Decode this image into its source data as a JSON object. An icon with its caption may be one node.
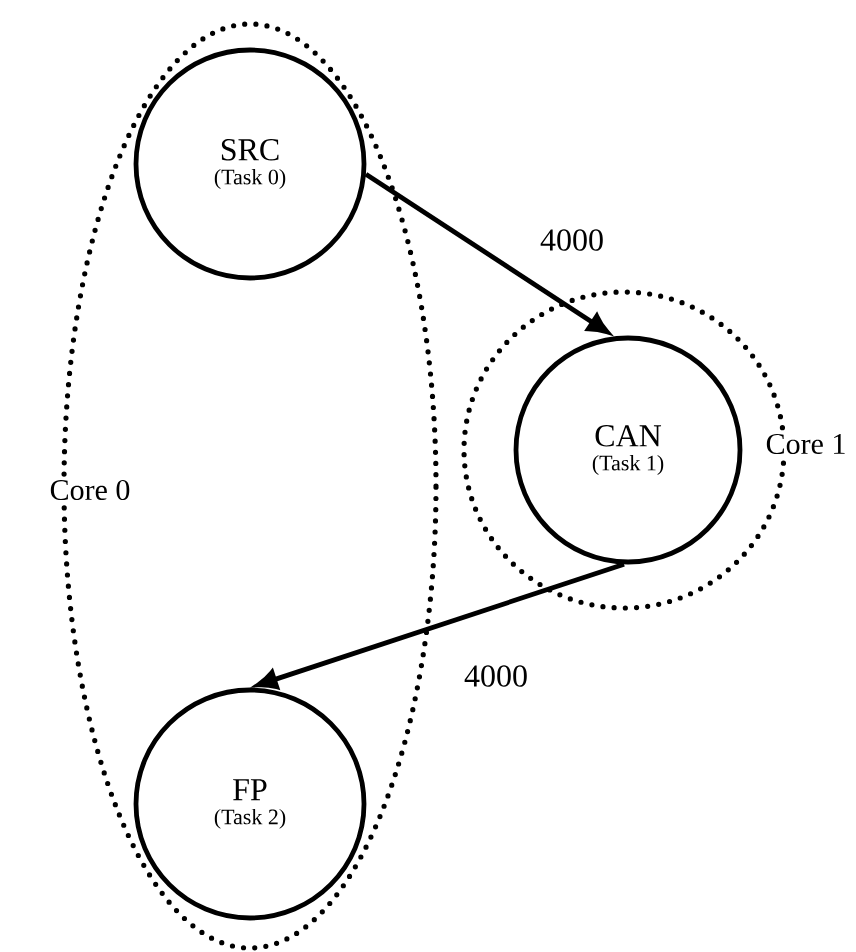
{
  "diagram": {
    "nodes": [
      {
        "text": [
          "Core 0"
        ]
      },
      {
        "text": [
          "SRC",
          "(Task 0)"
        ],
        "in": 0
      },
      {
        "text": [
          "Core 1"
        ]
      },
      {
        "text": [
          "CAN",
          "(Task 1)"
        ],
        "in": 2
      },
      {
        "text": [
          "FP",
          "(Task 2)"
        ],
        "in": 0
      }
    ],
    "edges": [
      {
        "from": 1,
        "to": 3,
        "arrow": "to",
        "label": "4000"
      },
      {
        "from": 3,
        "to": 4,
        "arrow": "to",
        "label": "4000"
      }
    ]
  }
}
